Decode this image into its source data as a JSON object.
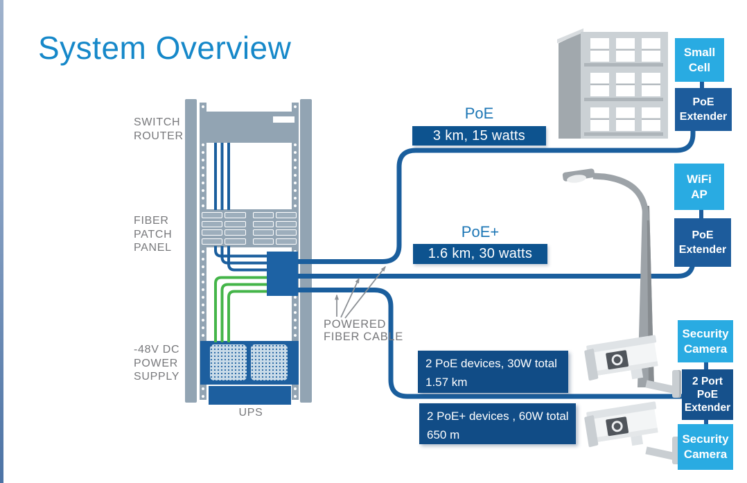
{
  "title": "System Overview",
  "rack": {
    "switch_router": [
      "SWITCH",
      "ROUTER"
    ],
    "fiber_patch_panel": [
      "FIBER",
      "PATCH",
      "PANEL"
    ],
    "power_supply": [
      "-48V DC",
      "POWER",
      "SUPPLY"
    ],
    "ups": "UPS"
  },
  "callout": {
    "powered_fiber_cable": [
      "POWERED",
      "FIBER CABLE"
    ]
  },
  "links": {
    "poe": {
      "name": "PoE",
      "spec": "3 km, 15 watts"
    },
    "poe_plus": {
      "name": "PoE+",
      "spec": "1.6 km, 30 watts"
    },
    "poe_multi": {
      "line1": "2 PoE devices, 30W total",
      "line2": "1.57 km"
    },
    "poe_plus_multi": {
      "line1": "2 PoE+ devices , 60W total",
      "line2": "650 m"
    }
  },
  "endpoints": {
    "small_cell": [
      "Small",
      "Cell"
    ],
    "poe_extender_top": [
      "PoE",
      "Extender"
    ],
    "wifi_ap": [
      "WiFi",
      "AP"
    ],
    "poe_extender_mid": [
      "PoE",
      "Extender"
    ],
    "security_camera_top": [
      "Security",
      "Camera"
    ],
    "two_port_poe_extender": [
      "2 Port",
      "PoE",
      "Extender"
    ],
    "security_camera_bottom": [
      "Security",
      "Camera"
    ]
  },
  "colors": {
    "title_blue": "#1688C9",
    "cable_blue": "#1A5E9D",
    "cable_green": "#44B549",
    "light_box_blue": "#29ABE2",
    "dark_box_blue": "#1D5C9C",
    "navy_box": "#114C86",
    "spec_box": "#0D538F",
    "rack_gray": "#92A4B3",
    "label_gray": "#77787B"
  }
}
